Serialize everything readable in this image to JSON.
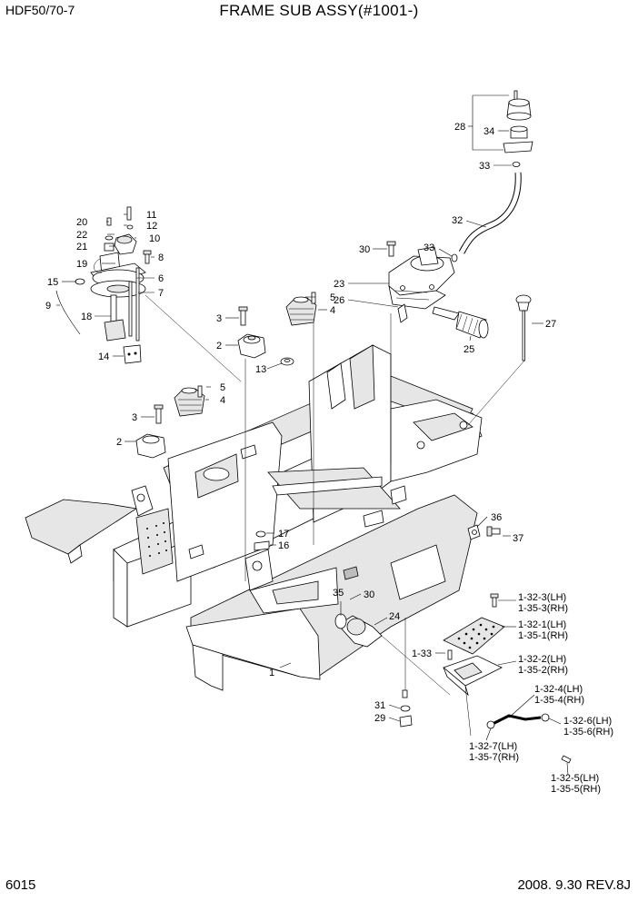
{
  "header": {
    "model": "HDF50/70-7",
    "title": "FRAME SUB ASSY(#1001-)"
  },
  "footer": {
    "page": "6015",
    "date_rev": "2008. 9.30  REV.8J"
  },
  "callouts": {
    "c1": "1",
    "c2a": "2",
    "c2b": "2",
    "c3a": "3",
    "c3b": "3",
    "c4a": "4",
    "c4b": "4",
    "c5a": "5",
    "c5b": "5",
    "c6": "6",
    "c7": "7",
    "c8": "8",
    "c9": "9",
    "c10": "10",
    "c11": "11",
    "c12": "12",
    "c13": "13",
    "c14": "14",
    "c15": "15",
    "c16": "16",
    "c17": "17",
    "c18": "18",
    "c19": "19",
    "c20": "20",
    "c21": "21",
    "c22": "22",
    "c23": "23",
    "c24": "24",
    "c25": "25",
    "c26": "26",
    "c27": "27",
    "c28": "28",
    "c29": "29",
    "c30a": "30",
    "c30b": "30",
    "c31": "31",
    "c32": "32",
    "c33a": "33",
    "c33b": "33",
    "c34": "34",
    "c35": "35",
    "c36": "36",
    "c37": "37",
    "c133": "1-33",
    "c1323": "1-32-3(LH)",
    "c1353": "1-35-3(RH)",
    "c1321": "1-32-1(LH)",
    "c1351": "1-35-1(RH)",
    "c1322": "1-32-2(LH)",
    "c1352": "1-35-2(RH)",
    "c1324": "1-32-4(LH)",
    "c1354": "1-35-4(RH)",
    "c1326": "1-32-6(LH)",
    "c1356": "1-35-6(RH)",
    "c1327": "1-32-7(LH)",
    "c1357": "1-35-7(RH)",
    "c1325": "1-32-5(LH)",
    "c1355": "1-35-5(RH)"
  }
}
